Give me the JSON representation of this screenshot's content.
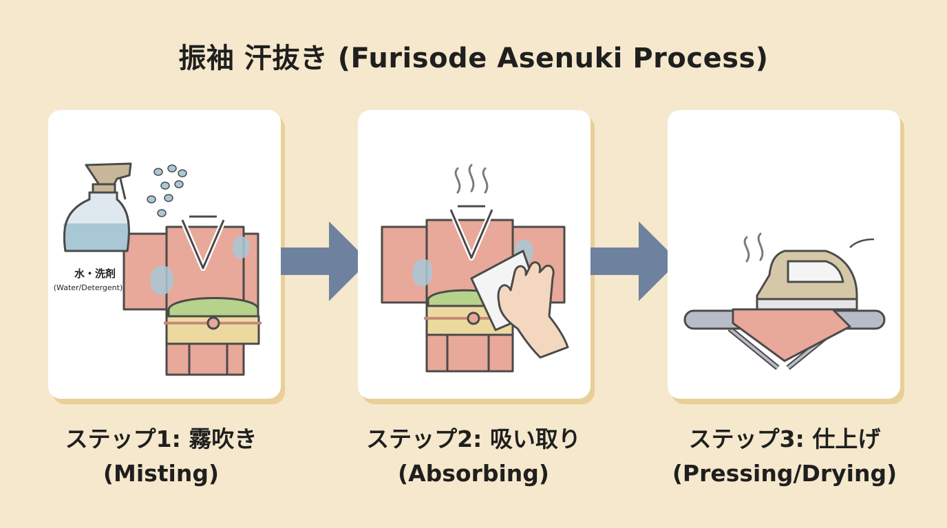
{
  "title": "振袖 汗抜き (Furisode Asenuki Process)",
  "colors": {
    "background": "#f5e8cc",
    "card": "#ffffff",
    "card_shadow": "#e9cf98",
    "arrow": "#6e82a0",
    "kimono": "#e8a89a",
    "obi": "#ecd9a0",
    "stain": "#a9c8d6",
    "outline": "#4a4a4a"
  },
  "steps": [
    {
      "title": "ステップ1: 霧吹き",
      "subtitle": "(Misting)",
      "illustration": "spray-bottle-kimono",
      "annotation_jp": "水・洗剤",
      "annotation_en": "(Water/Detergent)"
    },
    {
      "title": "ステップ2: 吸い取り",
      "subtitle": "(Absorbing)",
      "illustration": "hand-cloth-kimono"
    },
    {
      "title": "ステップ3: 仕上げ",
      "subtitle": "(Pressing/Drying)",
      "illustration": "iron-on-board"
    }
  ]
}
